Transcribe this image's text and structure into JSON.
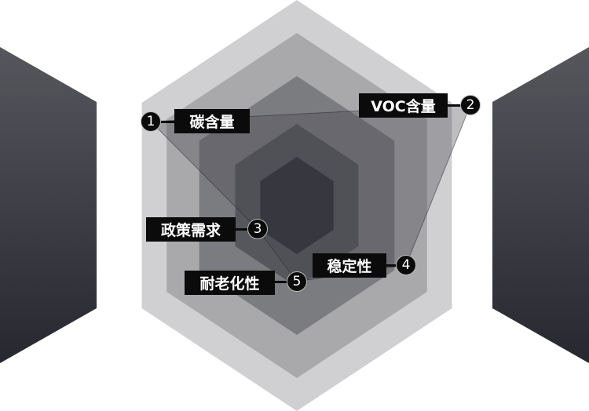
{
  "colors": {
    "ring1": "#d0d0d2",
    "ring2": "#a9a9ab",
    "ring3": "#7b7c80",
    "ring4": "#56575c",
    "ring5": "#30313a",
    "side_top": "#56575d",
    "side_bottom": "#27282f",
    "label_bg": "#0b0b0c"
  },
  "axes": [
    {
      "num": "1",
      "label": "碳含量"
    },
    {
      "num": "2",
      "label": "VOC含量"
    },
    {
      "num": "3",
      "label": "政策需求"
    },
    {
      "num": "4",
      "label": "稳定性"
    },
    {
      "num": "5",
      "label": "耐老化性"
    }
  ]
}
